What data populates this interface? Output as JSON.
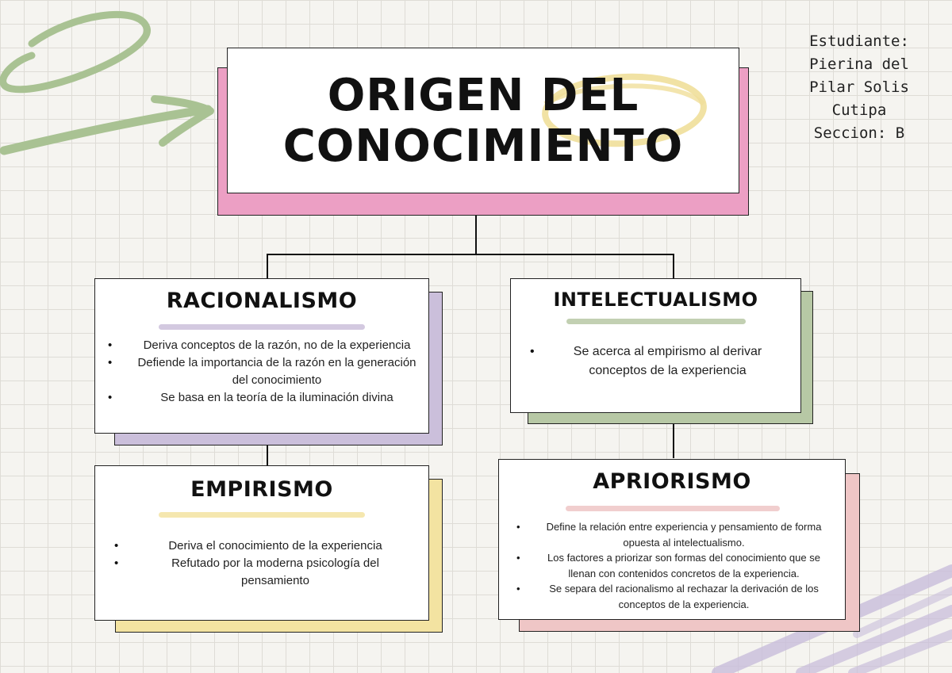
{
  "title": {
    "line1": "ORIGEN DEL",
    "line2": "CONOCIMIENTO"
  },
  "student": {
    "line1": "Estudiante:",
    "line2": "Pierina del",
    "line3": "Pilar Solis",
    "line4": "Cutipa",
    "line5": "Seccion: B"
  },
  "nodes": {
    "racionalismo": {
      "title": "RACIONALISMO",
      "items": [
        "Deriva conceptos de la razón, no de la experiencia",
        "Defiende la importancia de la razón en la generación del conocimiento",
        "Se basa en la teoría de la iluminación divina"
      ]
    },
    "intelectualismo": {
      "title": "INTELECTUALISMO",
      "items": [
        "Se acerca al empirismo al derivar conceptos de la experiencia"
      ]
    },
    "empirismo": {
      "title": "EMPIRISMO",
      "items": [
        "Deriva el conocimiento de la experiencia",
        "Refutado por la moderna psicología del pensamiento"
      ]
    },
    "apriorismo": {
      "title": "APRIORISMO",
      "items": [
        "Define la relación entre experiencia y pensamiento de forma opuesta al intelectualismo.",
        "Los factores a priorizar son formas del conocimiento que se llenan con contenidos concretos de la experiencia.",
        "Se separa del racionalismo al rechazar la derivación de los conceptos de la experiencia."
      ]
    }
  },
  "colors": {
    "pink": "#ec9fc4",
    "lavender": "#cbbfdb",
    "sage": "#b7c8a5",
    "butter": "#f3e3a1",
    "rose": "#efc6c6",
    "green_arrow": "#a9c293",
    "yellow_scribble": "#f0df9a",
    "purple_brush": "#c9bedb"
  }
}
